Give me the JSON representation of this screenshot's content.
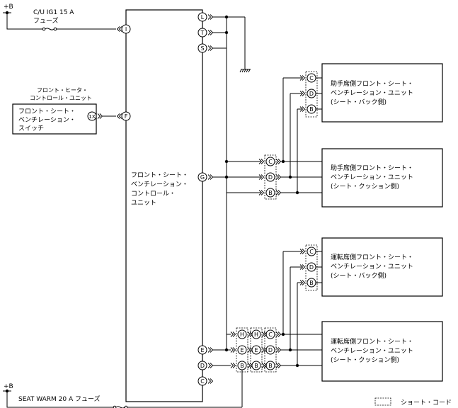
{
  "power": {
    "plus_b_top": "+B",
    "plus_b_bottom": "+B",
    "fuse_top_line1": "C/U IG1 15 A",
    "fuse_top_line2": "フューズ",
    "fuse_bottom": "SEAT WARM 20 A フューズ"
  },
  "switch": {
    "caption_line1": "フロント・ヒータ・",
    "caption_line2": "コントロール・ユニット",
    "line1": "フロント・シート・",
    "line2": "ベンチレーション・",
    "line3": "スイッチ",
    "pin": "1X"
  },
  "control_unit": {
    "line1": "フロント・シート・",
    "line2": "ベンチレーション・",
    "line3": "コントロール・",
    "line4": "ユニット"
  },
  "cu_pins": {
    "I": "I",
    "F": "F",
    "L": "L",
    "T": "T",
    "S": "S",
    "G": "G",
    "E": "E",
    "D": "D",
    "C": "C"
  },
  "units": [
    {
      "line1": "助手席側フロント・シート・",
      "line2": "ベンチレーション・ユニット",
      "line3": "(シート・バック側)",
      "pins": [
        "C",
        "D",
        "B"
      ]
    },
    {
      "line1": "助手席側フロント・シート・",
      "line2": "ベンチレーション・ユニット",
      "line3": "(シート・クッション側)",
      "pins": [
        "C",
        "D",
        "B"
      ]
    },
    {
      "line1": "運転席側フロント・シート・",
      "line2": "ベンチレーション・ユニット",
      "line3": "(シート・バック側)",
      "pins": [
        "C",
        "D",
        "B"
      ]
    },
    {
      "line1": "運転席側フロント・シート・",
      "line2": "ベンチレーション・ユニット",
      "line3": "(シート・クッション側)",
      "pins": [
        "C",
        "D",
        "B"
      ]
    }
  ],
  "mid_connectors": {
    "set1": [
      "H",
      "E",
      "B"
    ],
    "set2": [
      "H",
      "E",
      "B"
    ]
  },
  "legend": {
    "short_cord": "ショート・コード"
  }
}
